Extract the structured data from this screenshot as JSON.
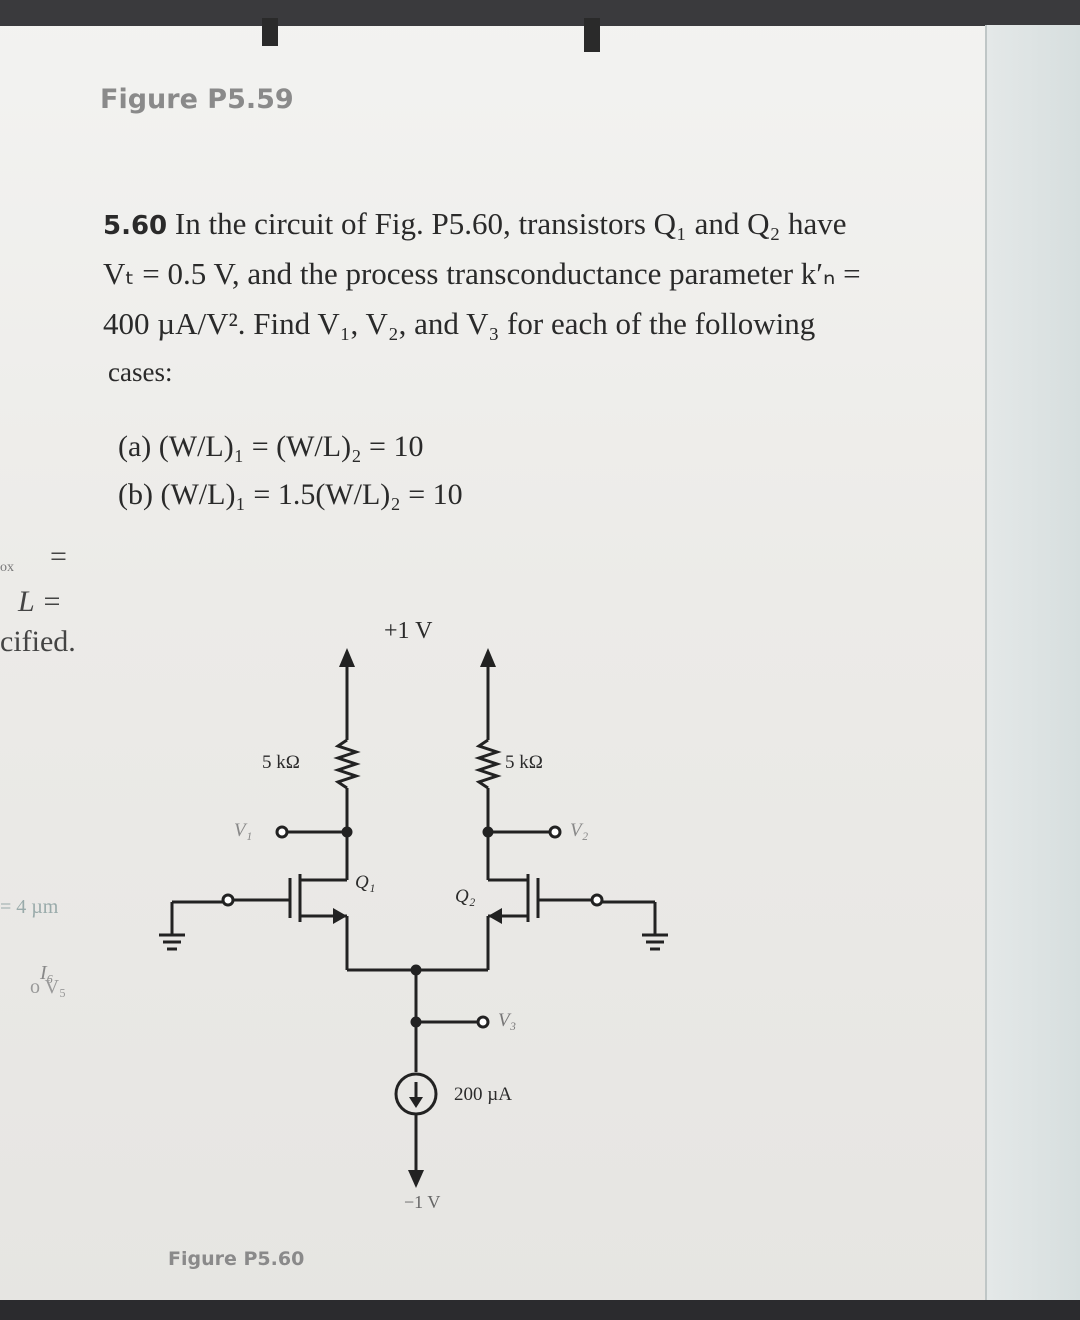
{
  "figure_caption_top": "Figure P5.59",
  "problem": {
    "number": "5.60",
    "line1": "In the circuit of Fig. P5.60, transistors Q₁ and Q₂ have",
    "line2": "Vₜ = 0.5 V, and the process transconductance parameter k′ₙ =",
    "line3": "400 µA/V². Find V₁, V₂, and V₃ for each of the following",
    "line4": "cases:"
  },
  "cases": {
    "a": "(a)  (W/L)₁ = (W/L)₂ = 10",
    "b": "(b)  (W/L)₁ = 1.5(W/L)₂ = 10"
  },
  "left_edge": {
    "ox": "ox",
    "eq": "=",
    "L": "L =",
    "cified": "cified.",
    "um": "= 4 µm",
    "i6": "I₆",
    "vs": "o V₅"
  },
  "circuit": {
    "supply_pos": "+1 V",
    "supply_neg": "−1 V",
    "r1": "5 kΩ",
    "r2": "5 kΩ",
    "v1": "V₁",
    "v2": "V₂",
    "v3": "V₃",
    "q1": "Q₁",
    "q2": "Q₂",
    "current": "200 µA"
  },
  "figure_caption_bottom": "Figure P5.60"
}
